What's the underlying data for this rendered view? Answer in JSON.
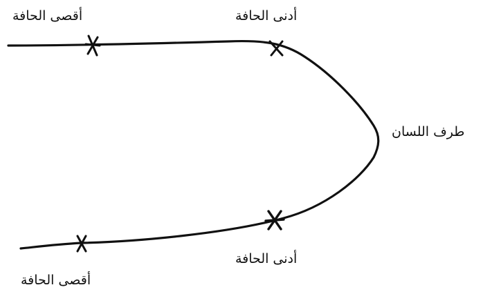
{
  "diagram": {
    "labels": {
      "top_far_edge": "أقصى الحافة",
      "top_near_edge": "أدنى الحافة",
      "tongue_tip": "طرف اللسان",
      "bottom_near_edge": "أدنى الحافة",
      "bottom_far_edge": "أقصى الحافة"
    },
    "colors": {
      "ink": "#111111",
      "background": "#ffffff"
    }
  }
}
